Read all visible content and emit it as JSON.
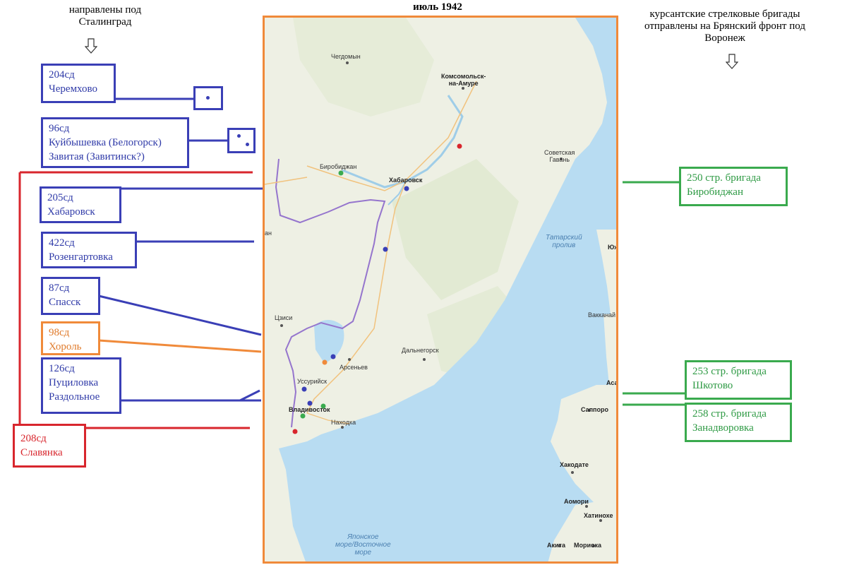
{
  "title": "июль 1942",
  "left_header": "направлены под Сталинград",
  "right_header": "курсантские стрелковые бригады отправлены на Брянский фронт под Воронеж",
  "units": [
    {
      "id": "u204",
      "code": "204сд",
      "place": "Черемхово",
      "color": "blue"
    },
    {
      "id": "u96",
      "code": "96сд",
      "place": "Куйбышевка (Белогорск)",
      "place2": "Завитая (Завитинск?)",
      "color": "blue"
    },
    {
      "id": "u205",
      "code": "205сд",
      "place": "Хабаровск",
      "color": "blue"
    },
    {
      "id": "u422",
      "code": "422сд",
      "place": "Розенгартовка",
      "color": "blue"
    },
    {
      "id": "u87",
      "code": "87сд",
      "place": "Спасск",
      "color": "blue"
    },
    {
      "id": "u98",
      "code": "98сд",
      "place": "Хороль",
      "color": "orange"
    },
    {
      "id": "u126",
      "code": "126сд",
      "place": "Пуциловка",
      "place2": "Раздольное",
      "color": "blue"
    },
    {
      "id": "u208",
      "code": "208сд",
      "place": "Славянка",
      "color": "red"
    }
  ],
  "brigades": [
    {
      "id": "b250",
      "code": "250 стр. бригада",
      "place": "Биробиджан"
    },
    {
      "id": "b253",
      "code": "253 стр. бригада",
      "place": "Шкотово"
    },
    {
      "id": "b258",
      "code": "258 стр. бригада",
      "place": "Занадворовка"
    }
  ],
  "map_labels": {
    "chegdomyn": "Чегдомын",
    "komsomolsk": "Комсомольск-\nна-Амуре",
    "sovgavan": "Советская\nГавань",
    "birobidzhan": "Биробиджан",
    "khabarovsk": "Хабаровск",
    "tatar_strait": "Татарский\nпролив",
    "yuzh": "Юж",
    "jixi": "Цзиси",
    "dalnegorsk": "Дальнегорск",
    "arsenyev": "Арсеньев",
    "vakkanai": "Вакканай",
    "ussuriysk": "Уссурийск",
    "vladivostok": "Владивосток",
    "nakhodka": "Находка",
    "asa": "Аса",
    "sapporo": "Саппоро",
    "hakodate": "Хакодате",
    "aomori": "Аомори",
    "hatinohe": "Хатинохе",
    "akita": "Акита",
    "morioka": "Мориока",
    "japan_sea": "Японское\nморе/Восточное\nморе",
    "edge_an": "ан"
  },
  "colors": {
    "blue": "#3a3fb6",
    "orange": "#f08a3a",
    "red": "#d8262d",
    "green": "#3aaa4e",
    "sea": "#b8dcf2"
  }
}
